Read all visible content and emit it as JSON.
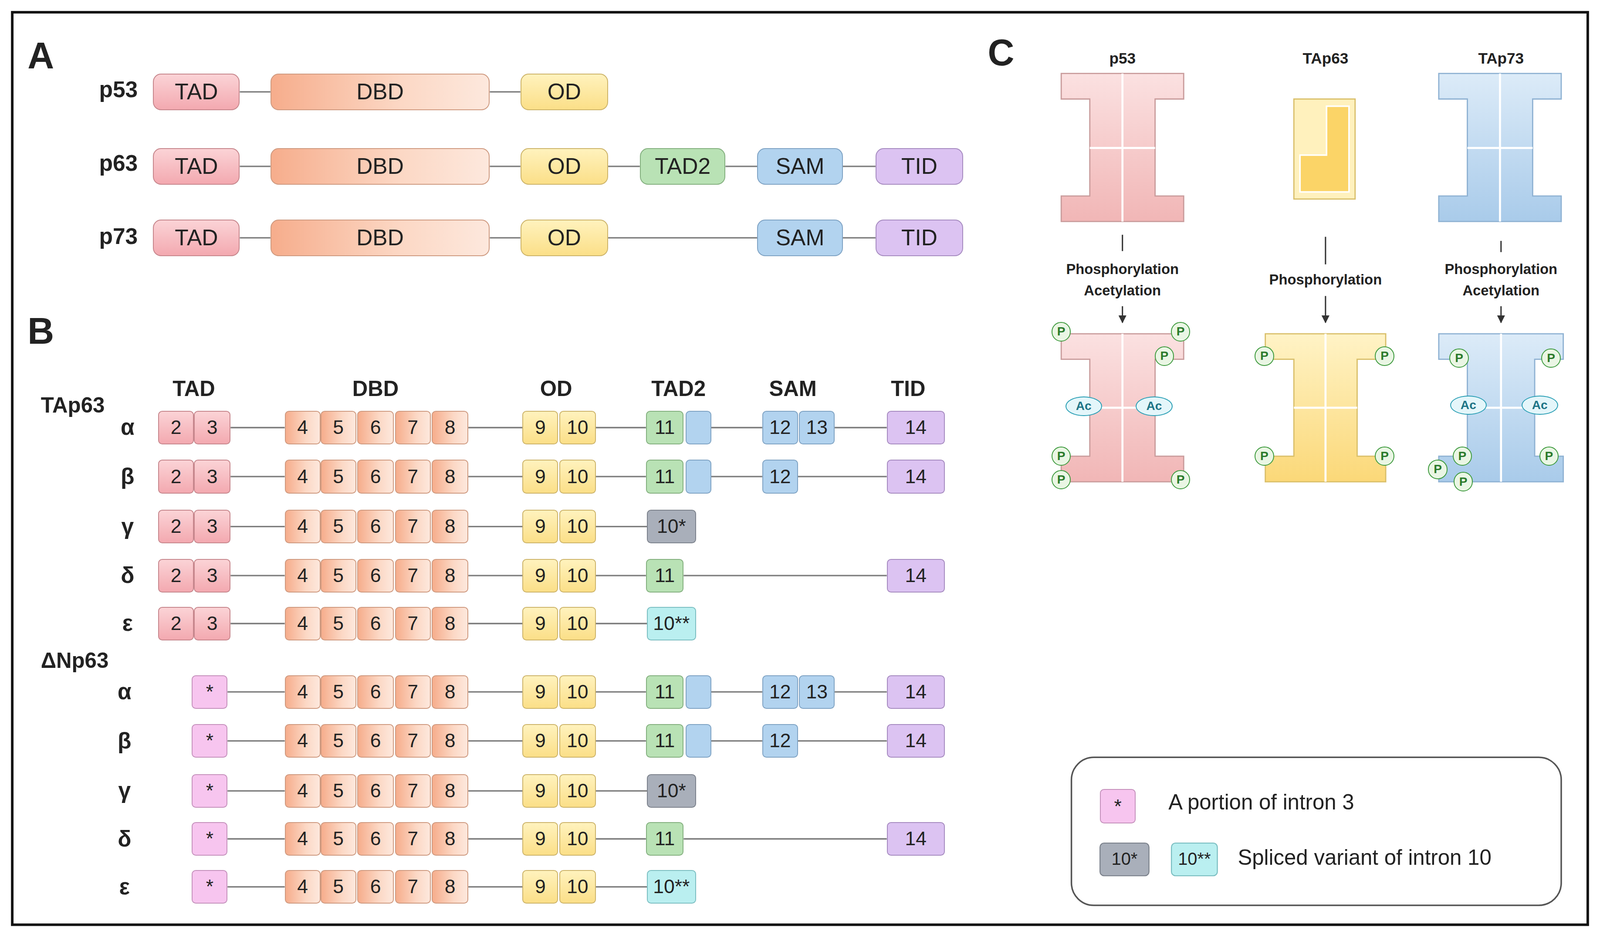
{
  "diagram": {
    "nodes": [
      {
        "text": [
          "TAD"
        ]
      },
      {
        "text": [
          "DBD"
        ]
      },
      {
        "text": [
          "OD"
        ]
      },
      {
        "text": [
          "TAD"
        ]
      },
      {
        "text": [
          "DBD"
        ]
      },
      {
        "text": [
          "OD"
        ]
      },
      {
        "text": [
          "TAD2"
        ]
      },
      {
        "text": [
          "SAM"
        ]
      },
      {
        "text": [
          "TID"
        ]
      },
      {
        "text": [
          "TAD"
        ]
      },
      {
        "text": [
          "DBD"
        ]
      },
      {
        "text": [
          "OD"
        ]
      },
      {
        "text": [
          "SAM"
        ]
      },
      {
        "text": [
          "TID"
        ]
      },
      {
        "text": [
          "2"
        ]
      },
      {
        "text": [
          "3"
        ]
      },
      {
        "text": [
          "4"
        ]
      },
      {
        "text": [
          "5"
        ]
      },
      {
        "text": [
          "6"
        ]
      },
      {
        "text": [
          "7"
        ]
      },
      {
        "text": [
          "8"
        ]
      },
      {
        "text": [
          "9"
        ]
      },
      {
        "text": [
          "10"
        ]
      },
      {
        "text": [
          "11"
        ]
      },
      {
        "text": [
          "12"
        ]
      },
      {
        "text": [
          "13"
        ]
      },
      {
        "text": [
          "14"
        ]
      },
      {
        "text": [
          "2"
        ]
      },
      {
        "text": [
          "3"
        ]
      },
      {
        "text": [
          "4"
        ]
      },
      {
        "text": [
          "5"
        ]
      },
      {
        "text": [
          "6"
        ]
      },
      {
        "text": [
          "7"
        ]
      },
      {
        "text": [
          "8"
        ]
      },
      {
        "text": [
          "9"
        ]
      },
      {
        "text": [
          "10"
        ]
      },
      {
        "text": [
          "11"
        ]
      },
      {
        "text": [
          "12"
        ]
      },
      {
        "text": [
          "14"
        ]
      },
      {
        "text": [
          "2"
        ]
      },
      {
        "text": [
          "3"
        ]
      },
      {
        "text": [
          "4"
        ]
      },
      {
        "text": [
          "5"
        ]
      },
      {
        "text": [
          "6"
        ]
      },
      {
        "text": [
          "7"
        ]
      },
      {
        "text": [
          "8"
        ]
      },
      {
        "text": [
          "9"
        ]
      },
      {
        "text": [
          "10"
        ]
      },
      {
        "text": [
          "10*"
        ]
      },
      {
        "text": [
          "2"
        ]
      },
      {
        "text": [
          "3"
        ]
      },
      {
        "text": [
          "4"
        ]
      },
      {
        "text": [
          "5"
        ]
      },
      {
        "text": [
          "6"
        ]
      },
      {
        "text": [
          "7"
        ]
      },
      {
        "text": [
          "8"
        ]
      },
      {
        "text": [
          "9"
        ]
      },
      {
        "text": [
          "10"
        ]
      },
      {
        "text": [
          "11"
        ]
      },
      {
        "text": [
          "14"
        ]
      },
      {
        "text": [
          "2"
        ]
      },
      {
        "text": [
          "3"
        ]
      },
      {
        "text": [
          "4"
        ]
      },
      {
        "text": [
          "5"
        ]
      },
      {
        "text": [
          "6"
        ]
      },
      {
        "text": [
          "7"
        ]
      },
      {
        "text": [
          "8"
        ]
      },
      {
        "text": [
          "9"
        ]
      },
      {
        "text": [
          "10"
        ]
      },
      {
        "text": [
          "10**"
        ]
      },
      {
        "text": [
          "*"
        ]
      },
      {
        "text": [
          "4"
        ]
      },
      {
        "text": [
          "5"
        ]
      },
      {
        "text": [
          "6"
        ]
      },
      {
        "text": [
          "7"
        ]
      },
      {
        "text": [
          "8"
        ]
      },
      {
        "text": [
          "9"
        ]
      },
      {
        "text": [
          "10"
        ]
      },
      {
        "text": [
          "11"
        ]
      },
      {
        "text": [
          "12"
        ]
      },
      {
        "text": [
          "13"
        ]
      },
      {
        "text": [
          "14"
        ]
      },
      {
        "text": [
          "*"
        ]
      },
      {
        "text": [
          "4"
        ]
      },
      {
        "text": [
          "5"
        ]
      },
      {
        "text": [
          "6"
        ]
      },
      {
        "text": [
          "7"
        ]
      },
      {
        "text": [
          "8"
        ]
      },
      {
        "text": [
          "9"
        ]
      },
      {
        "text": [
          "10"
        ]
      },
      {
        "text": [
          "11"
        ]
      },
      {
        "text": [
          "12"
        ]
      },
      {
        "text": [
          "14"
        ]
      },
      {
        "text": [
          "*"
        ]
      },
      {
        "text": [
          "4"
        ]
      },
      {
        "text": [
          "5"
        ]
      },
      {
        "text": [
          "6"
        ]
      },
      {
        "text": [
          "7"
        ]
      },
      {
        "text": [
          "8"
        ]
      },
      {
        "text": [
          "9"
        ]
      },
      {
        "text": [
          "10"
        ]
      },
      {
        "text": [
          "10*"
        ]
      },
      {
        "text": [
          "*"
        ]
      },
      {
        "text": [
          "4"
        ]
      },
      {
        "text": [
          "5"
        ]
      },
      {
        "text": [
          "6"
        ]
      },
      {
        "text": [
          "7"
        ]
      },
      {
        "text": [
          "8"
        ]
      },
      {
        "text": [
          "9"
        ]
      },
      {
        "text": [
          "10"
        ]
      },
      {
        "text": [
          "11"
        ]
      },
      {
        "text": [
          "14"
        ]
      },
      {
        "text": [
          "*"
        ]
      },
      {
        "text": [
          "4"
        ]
      },
      {
        "text": [
          "5"
        ]
      },
      {
        "text": [
          "6"
        ]
      },
      {
        "text": [
          "7"
        ]
      },
      {
        "text": [
          "8"
        ]
      },
      {
        "text": [
          "9"
        ]
      },
      {
        "text": [
          "10"
        ]
      },
      {
        "text": [
          "10**"
        ]
      },
      {
        "text": [
          "P"
        ]
      },
      {
        "text": [
          "P"
        ]
      },
      {
        "text": [
          "P"
        ]
      },
      {
        "text": [
          "Ac"
        ]
      },
      {
        "text": [
          "Ac"
        ]
      },
      {
        "text": [
          "P"
        ]
      },
      {
        "text": [
          "P"
        ]
      },
      {
        "text": [
          "P"
        ]
      },
      {
        "text": [
          "P"
        ]
      },
      {
        "text": [
          "P"
        ]
      },
      {
        "text": [
          "P"
        ]
      },
      {
        "text": [
          "P"
        ]
      },
      {
        "text": [
          "P"
        ]
      },
      {
        "text": [
          "P"
        ]
      },
      {
        "text": [
          "Ac"
        ]
      },
      {
        "text": [
          "Ac"
        ]
      },
      {
        "text": [
          "P"
        ]
      },
      {
        "text": [
          "P"
        ]
      },
      {
        "text": [
          "P"
        ]
      },
      {
        "text": [
          "P"
        ]
      }
    ],
    "edges": [
      {
        "from": 0,
        "to": 1,
        "arrow": "none"
      },
      {
        "from": 1,
        "to": 2,
        "arrow": "none"
      },
      {
        "from": 3,
        "to": 4,
        "arrow": "none"
      },
      {
        "from": 4,
        "to": 5,
        "arrow": "none"
      },
      {
        "from": 5,
        "to": 6,
        "arrow": "none"
      },
      {
        "from": 6,
        "to": 7,
        "arrow": "none"
      },
      {
        "from": 7,
        "to": 8,
        "arrow": "none"
      },
      {
        "from": 9,
        "to": 10,
        "arrow": "none"
      },
      {
        "from": 10,
        "to": 11,
        "arrow": "none"
      },
      {
        "from": 11,
        "to": 12,
        "arrow": "none"
      },
      {
        "from": 12,
        "to": 13,
        "arrow": "none"
      },
      {
        "from": 15,
        "to": 16,
        "arrow": "none"
      },
      {
        "from": 20,
        "to": 21,
        "arrow": "none"
      },
      {
        "from": 22,
        "to": 23,
        "arrow": "none"
      },
      {
        "from": 23,
        "to": 24,
        "arrow": "none"
      },
      {
        "from": 25,
        "to": 26,
        "arrow": "none"
      },
      {
        "from": 28,
        "to": 29,
        "arrow": "none"
      },
      {
        "from": 33,
        "to": 34,
        "arrow": "none"
      },
      {
        "from": 35,
        "to": 36,
        "arrow": "none"
      },
      {
        "from": 36,
        "to": 37,
        "arrow": "none"
      },
      {
        "from": 37,
        "to": 38,
        "arrow": "none"
      },
      {
        "from": 40,
        "to": 41,
        "arrow": "none"
      },
      {
        "from": 45,
        "to": 46,
        "arrow": "none"
      },
      {
        "from": 47,
        "to": 48,
        "arrow": "none"
      },
      {
        "from": 50,
        "to": 51,
        "arrow": "none"
      },
      {
        "from": 55,
        "to": 56,
        "arrow": "none"
      },
      {
        "from": 57,
        "to": 58,
        "arrow": "none"
      },
      {
        "from": 58,
        "to": 59,
        "arrow": "none"
      },
      {
        "from": 61,
        "to": 62,
        "arrow": "none"
      },
      {
        "from": 66,
        "to": 67,
        "arrow": "none"
      },
      {
        "from": 68,
        "to": 69,
        "arrow": "none"
      },
      {
        "from": 70,
        "to": 71,
        "arrow": "none"
      },
      {
        "from": 75,
        "to": 76,
        "arrow": "none"
      },
      {
        "from": 77,
        "to": 78,
        "arrow": "none"
      },
      {
        "from": 78,
        "to": 79,
        "arrow": "none"
      },
      {
        "from": 80,
        "to": 81,
        "arrow": "none"
      },
      {
        "from": 82,
        "to": 83,
        "arrow": "none"
      },
      {
        "from": 87,
        "to": 88,
        "arrow": "none"
      },
      {
        "from": 89,
        "to": 90,
        "arrow": "none"
      },
      {
        "from": 90,
        "to": 91,
        "arrow": "none"
      },
      {
        "from": 91,
        "to": 92,
        "arrow": "none"
      },
      {
        "from": 93,
        "to": 94,
        "arrow": "none"
      },
      {
        "from": 98,
        "to": 99,
        "arrow": "none"
      },
      {
        "from": 100,
        "to": 101,
        "arrow": "none"
      },
      {
        "from": 102,
        "to": 103,
        "arrow": "none"
      },
      {
        "from": 107,
        "to": 108,
        "arrow": "none"
      },
      {
        "from": 109,
        "to": 110,
        "arrow": "none"
      },
      {
        "from": 110,
        "to": 111,
        "arrow": "none"
      },
      {
        "from": 112,
        "to": 113,
        "arrow": "none"
      },
      {
        "from": 117,
        "to": 118,
        "arrow": "none"
      },
      {
        "from": 119,
        "to": 120,
        "arrow": "none"
      }
    ],
    "labels": [
      "A",
      "p53",
      "p63",
      "p73",
      "B",
      "TAD",
      "DBD",
      "OD",
      "TAD2",
      "SAM",
      "TID",
      "TAp63",
      "α",
      "β",
      "γ",
      "δ",
      "ε",
      "ΔNp63",
      "α",
      "β",
      "γ",
      "δ",
      "ε",
      "C",
      "p53",
      "TAp63",
      "TAp73",
      "Phosphorylation Acetylation",
      "Phosphorylation",
      "Phosphorylation Acetylation",
      "*",
      "10*",
      "10**"
    ],
    "legend": [
      {
        "text": "A portion of intron 3",
        "color": "#f7c5ef"
      },
      {
        "text": "Spliced variant of intron 10"
      }
    ]
  }
}
